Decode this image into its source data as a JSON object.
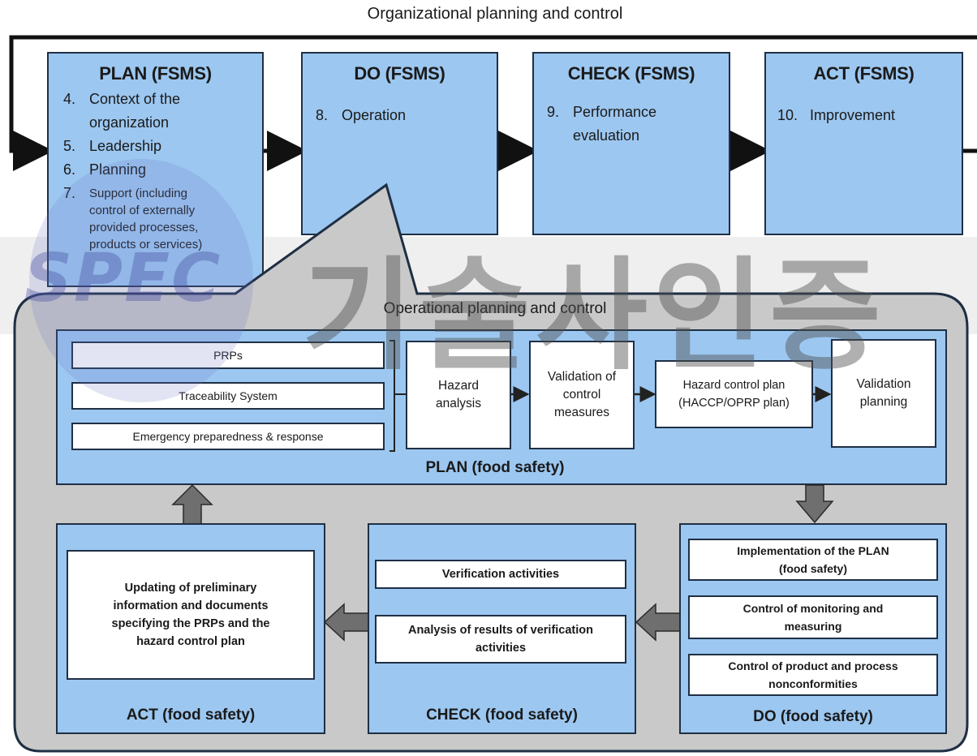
{
  "org_title": "Organizational planning and control",
  "fsms": [
    {
      "title": "PLAN (FSMS)",
      "items": [
        {
          "num": "4.",
          "text": "Context of the organization"
        },
        {
          "num": "5.",
          "text": "Leadership"
        },
        {
          "num": "6.",
          "text": "Planning"
        },
        {
          "num": "7.",
          "text": "Support (including control of externally provided processes, products or services)"
        }
      ]
    },
    {
      "title": "DO (FSMS)",
      "items": [
        {
          "num": "8.",
          "text": "Operation"
        }
      ]
    },
    {
      "title": "CHECK (FSMS)",
      "items": [
        {
          "num": "9.",
          "text": "Performance evaluation"
        }
      ]
    },
    {
      "title": "ACT (FSMS)",
      "items": [
        {
          "num": "10.",
          "text": "Improvement"
        }
      ]
    }
  ],
  "op_title": "Operational planning and control",
  "plan_fs": {
    "title": "PLAN (food safety)",
    "support_boxes": [
      "PRPs",
      "Traceability System",
      "Emergency preparedness & response"
    ],
    "steps": [
      "Hazard analysis",
      "Validation of control measures",
      "Hazard control plan (HACCP/OPRP plan)",
      "Validation planning"
    ]
  },
  "do_fs": {
    "title": "DO (food safety)",
    "boxes": [
      "Implementation of the PLAN (food safety)",
      "Control of monitoring and measuring",
      "Control of product and process nonconformities"
    ]
  },
  "check_fs": {
    "title": "CHECK (food safety)",
    "boxes": [
      "Verification activities",
      "Analysis of results of verification activities"
    ]
  },
  "act_fs": {
    "title": "ACT (food safety)",
    "box": "Updating of preliminary information and documents specifying the PRPs and the hazard control plan"
  },
  "watermark": {
    "logo": "SPEC",
    "korean": "기술사인증"
  }
}
